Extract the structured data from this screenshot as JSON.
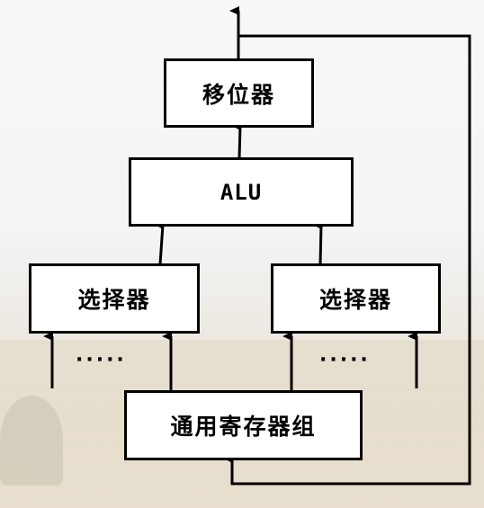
{
  "diagram": {
    "blocks": {
      "shifter": "移位器",
      "alu": "ALU",
      "selector_left": "选择器",
      "selector_right": "选择器",
      "register_file": "通用寄存器组"
    },
    "ellipsis_left": "·····",
    "ellipsis_right": "·····"
  },
  "colors": {
    "stroke": "#000000",
    "box_fill": "#ffffff"
  }
}
